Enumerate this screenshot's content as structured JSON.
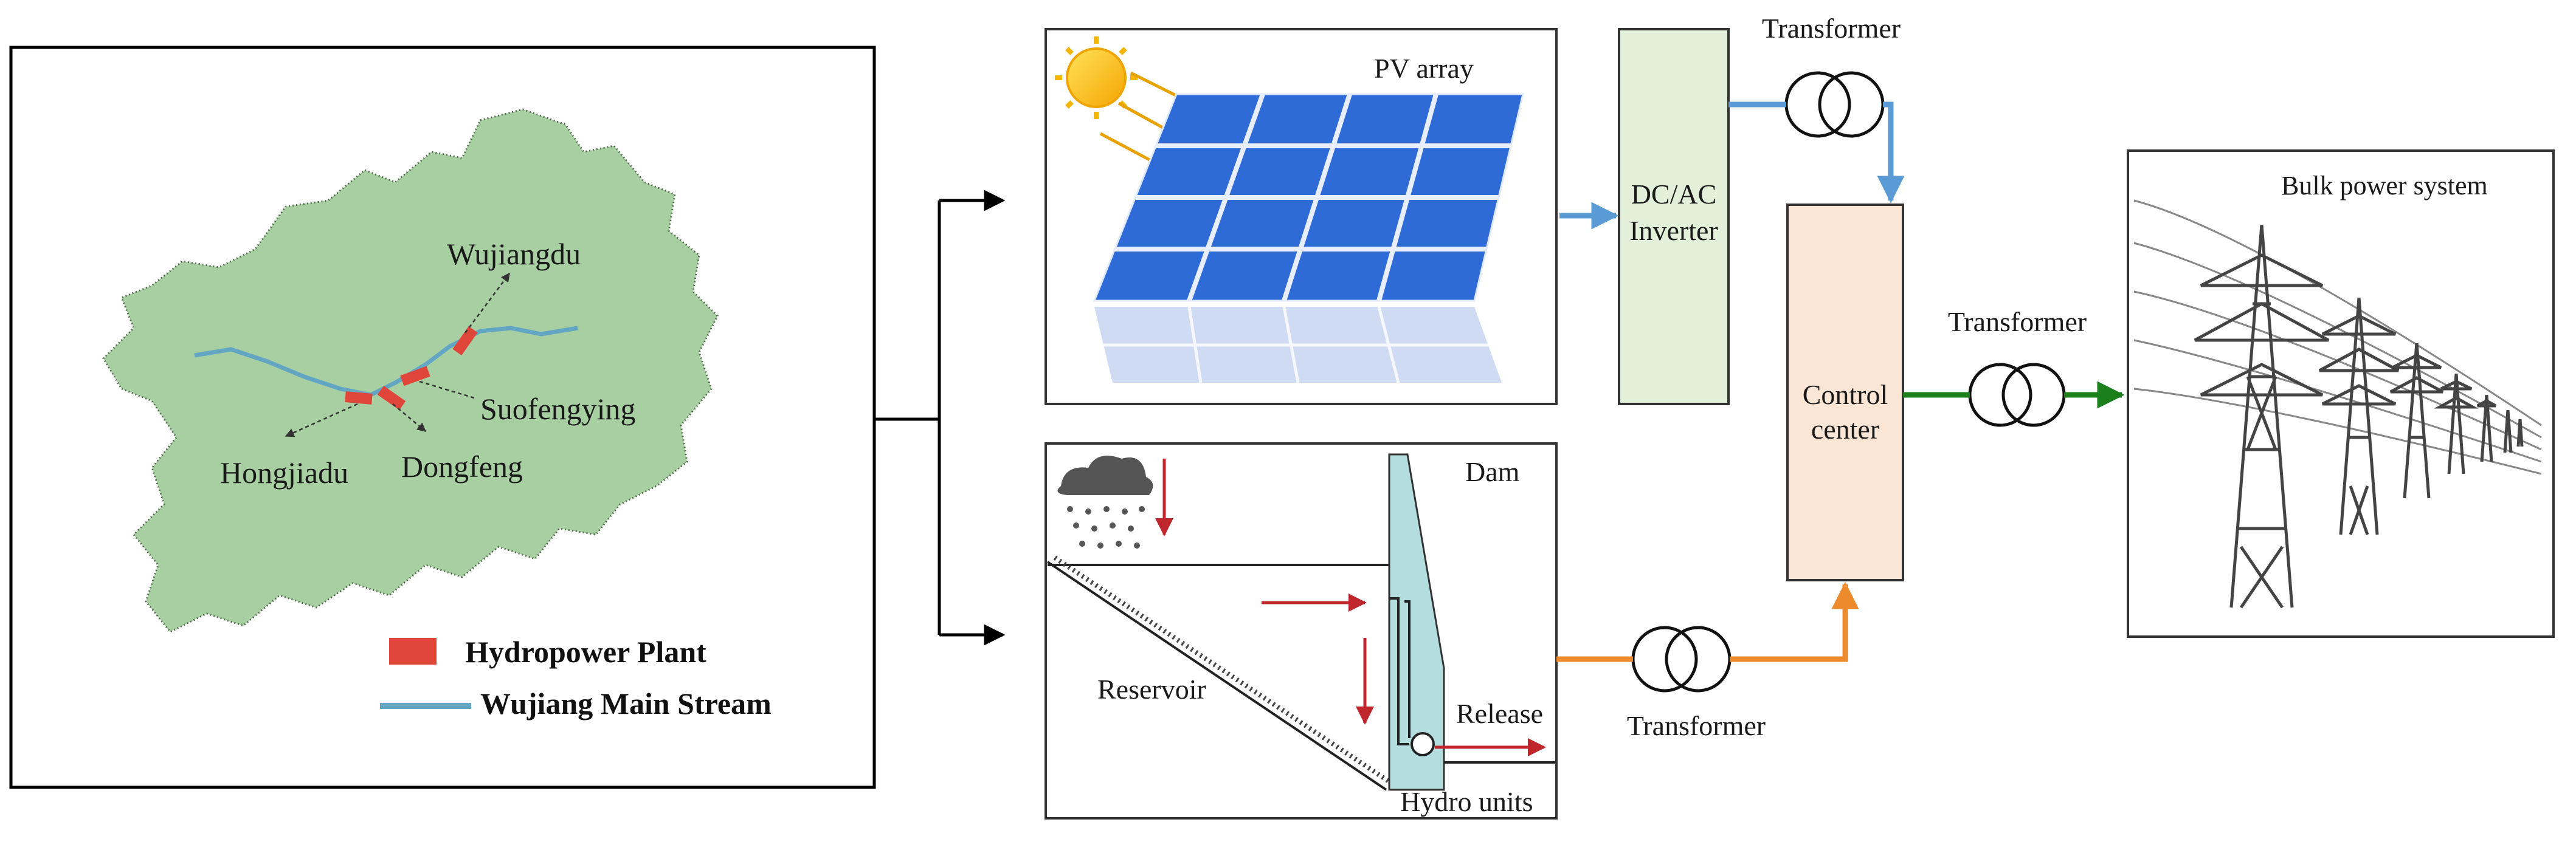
{
  "map": {
    "plants": [
      "Wujiangdu",
      "Suofengying",
      "Dongfeng",
      "Hongjiadu"
    ],
    "legend": {
      "plant_label": "Hydropower Plant",
      "stream_label": "Wujiang Main Stream"
    }
  },
  "pv": {
    "label": "PV array"
  },
  "inverter": {
    "line1": "DC/AC",
    "line2": "Inverter"
  },
  "transformers": {
    "top": "Transformer",
    "middle": "Transformer",
    "bottom": "Transformer"
  },
  "control_center": {
    "line1": "Control",
    "line2": "center"
  },
  "bulk": {
    "label": "Bulk power system"
  },
  "hydro": {
    "dam": "Dam",
    "reservoir": "Reservoir",
    "release": "Release",
    "units": "Hydro units"
  },
  "colors": {
    "map_fill": "#a8cfa2",
    "river": "#63a6c4",
    "plant": "#e0453a",
    "pv_line": "#5b9bd5",
    "hydro_line": "#ed8a2c",
    "grid_line": "#1b7f1b",
    "inverter_fill": "#e2efd9",
    "control_fill": "#fbe5d5",
    "dam_fill": "#b4dde0",
    "panel_blue": "#2f6bd6",
    "flow_arrow": "#c0272d"
  }
}
